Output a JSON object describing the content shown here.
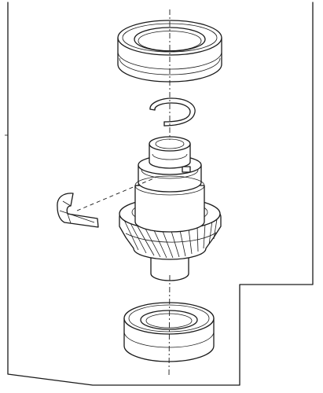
{
  "diagram": {
    "kind": "exploded-view",
    "parts": [
      "top-bearing",
      "retaining-ring",
      "gear-shaft",
      "half-ring-collar",
      "bottom-bearing"
    ]
  }
}
